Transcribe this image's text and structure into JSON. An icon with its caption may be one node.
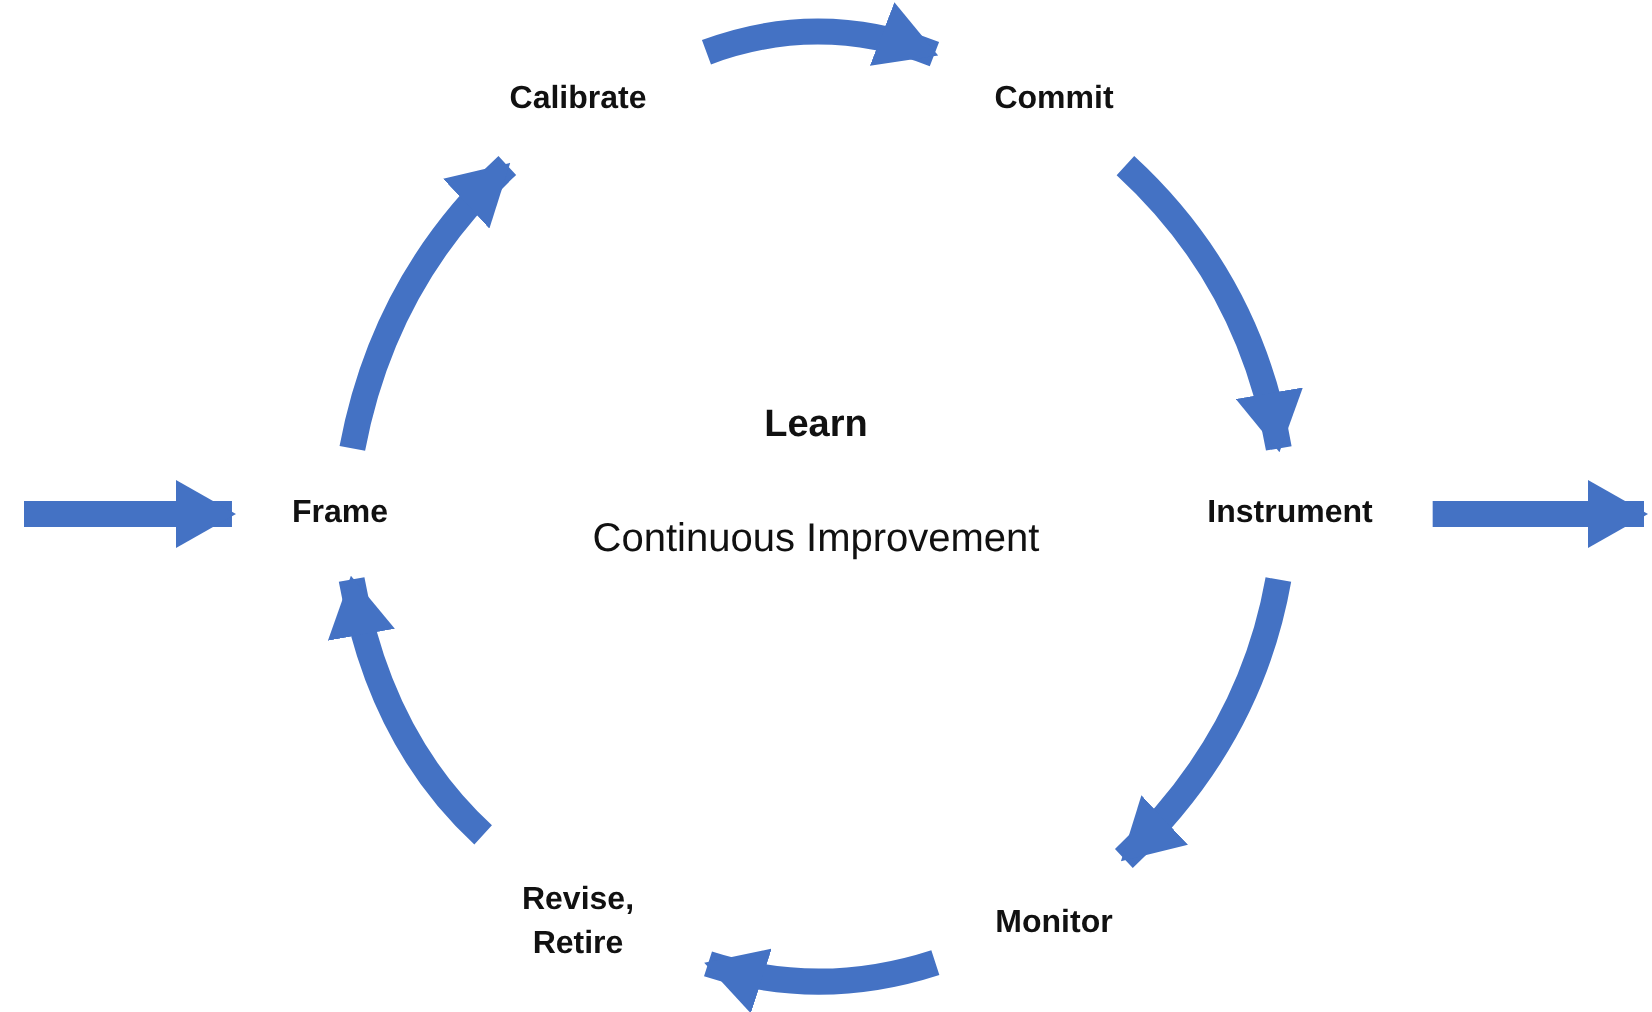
{
  "diagram": {
    "nodes": [
      {
        "text": [
          "Frame"
        ]
      },
      {
        "text": [
          "Calibrate"
        ]
      },
      {
        "text": [
          "Commit"
        ]
      },
      {
        "text": [
          "Instrument"
        ]
      },
      {
        "text": [
          "Monitor"
        ]
      },
      {
        "text": [
          "Revise, Retire"
        ]
      }
    ],
    "edges": [
      {
        "from": null,
        "to": 0,
        "arrow": "to"
      },
      {
        "from": 0,
        "to": 1,
        "arrow": "to"
      },
      {
        "from": 1,
        "to": 2,
        "arrow": "to"
      },
      {
        "from": 2,
        "to": 3,
        "arrow": "to"
      },
      {
        "from": 3,
        "to": 4,
        "arrow": "to"
      },
      {
        "from": 4,
        "to": 5,
        "arrow": "to"
      },
      {
        "from": 5,
        "to": 0,
        "arrow": "to"
      },
      {
        "from": 3,
        "to": null,
        "arrow": "to"
      }
    ],
    "labels": [
      "Learn",
      "Continuous Improvement"
    ]
  }
}
